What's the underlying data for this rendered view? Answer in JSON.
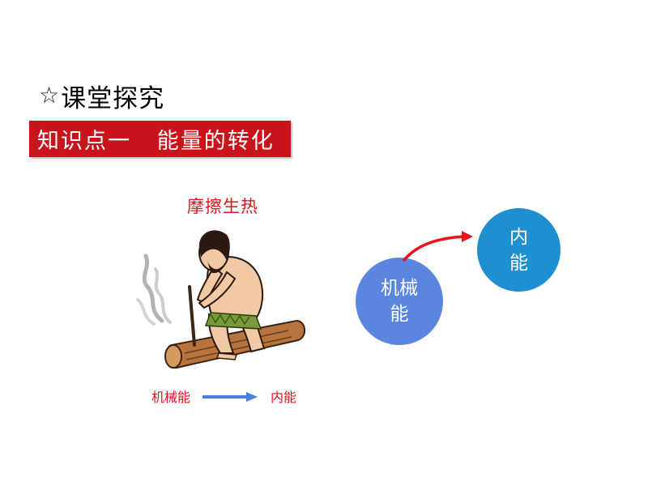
{
  "header": {
    "star": "☆",
    "title": "课堂探究"
  },
  "banner": {
    "text": "知识点一   能量的转化",
    "color": "#c9141c"
  },
  "illustration": {
    "caption": "摩擦生热",
    "subject": "caveman-making-fire-by-friction"
  },
  "small_flow": {
    "from": "机械能",
    "to": "内能",
    "arrow_color": "#4a7fd8"
  },
  "diagram": {
    "source_node": {
      "line1": "机械",
      "line2": "能",
      "color": "#5b86df"
    },
    "target_node": {
      "line1": "内",
      "line2": "能",
      "color": "#1e8fd0"
    },
    "arrow_color": "#e8141c"
  }
}
